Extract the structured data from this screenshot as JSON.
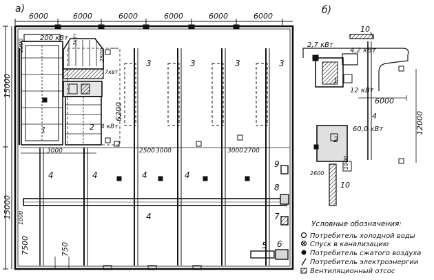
{
  "panels": {
    "a": "а)",
    "b": "б)"
  },
  "dims_top": [
    "6000",
    "6000",
    "6000",
    "6000",
    "6000",
    "6000"
  ],
  "dims_left": [
    "15000",
    "15000",
    "2200",
    "1000",
    "7500"
  ],
  "dims_misc": {
    "d6200": "6200",
    "d3000a": "3000",
    "d2500": "2500",
    "d3000b": "3000",
    "d3000c": "3000",
    "d2700": "2700",
    "d750": "750",
    "d2500_top": "2500",
    "d7kwt": "7квт",
    "d3kwt": "3кВт",
    "d4kwt": "4 кВт",
    "d200kwt": "200 кВт",
    "d2600": "2600",
    "d1900": "1900"
  },
  "labels_a": {
    "n1": "1",
    "n2": "2",
    "n3a": "3",
    "n3b": "3",
    "n3c": "3",
    "n3d": "3",
    "n4a": "4",
    "n4b": "4",
    "n4c": "4",
    "n4d": "4",
    "n4e": "4",
    "n5": "5",
    "n6": "6",
    "n7": "7",
    "n8": "8",
    "n9": "9"
  },
  "labels_b": {
    "kw27": "2,7 кВт",
    "kw42": "4,2 кВт",
    "kw12": "12 кВт",
    "kw60": "60,0 кВт",
    "d6000": "6000",
    "d12000": "12000",
    "n10a": "10",
    "n10b": "10",
    "n1": "1",
    "n2": "2",
    "n4": "4"
  },
  "legend": {
    "title": "Условные обозначения:",
    "items": [
      {
        "icon": "circle-outline",
        "text": "Потребитель холодной воды"
      },
      {
        "icon": "circle-cross",
        "text": "Спуск в канализацию"
      },
      {
        "icon": "circle-filled",
        "text": "Потребитель сжатого воздуха"
      },
      {
        "icon": "slash",
        "text": "Потребитель электроэнергии"
      },
      {
        "icon": "square-hatched",
        "text": "Вентиляционный отсос"
      }
    ]
  }
}
